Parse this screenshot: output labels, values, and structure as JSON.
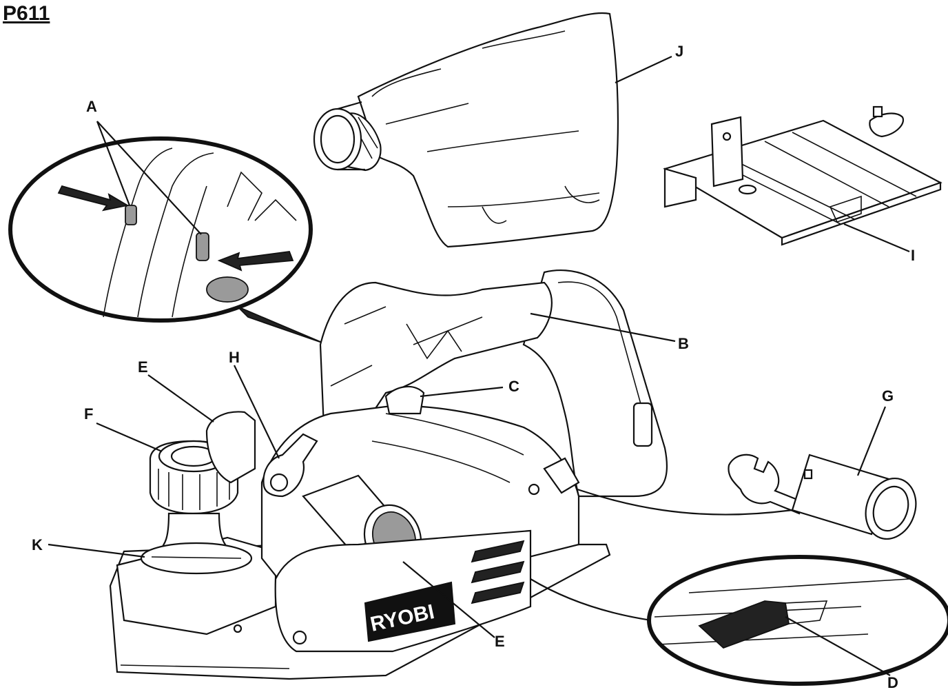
{
  "page_title": "P611",
  "labels": {
    "A": "A",
    "B": "B",
    "C": "C",
    "D": "D",
    "E_top": "E",
    "E_bottom": "E",
    "F": "F",
    "G": "G",
    "H": "H",
    "I": "I",
    "J": "J",
    "K": "K"
  },
  "brand_logo": "RYOBI"
}
